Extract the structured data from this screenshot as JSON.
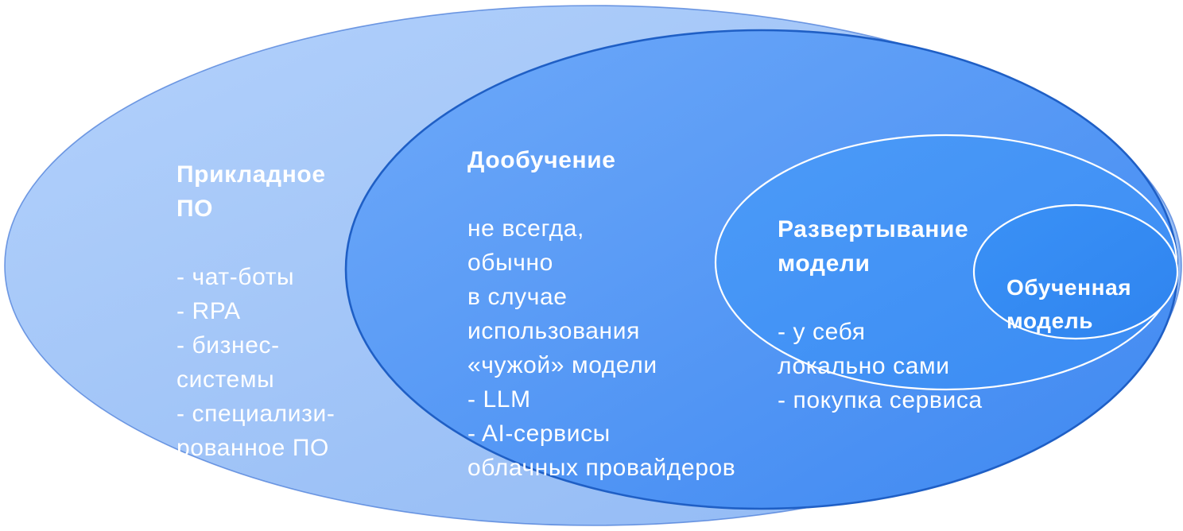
{
  "diagram": {
    "type": "nested-ellipses",
    "ellipses": [
      {
        "id": "applied-software",
        "label": "Прикладное\nПО",
        "items": "- чат-боты\n- RPA\n- бизнес-\nсистемы\n- специализи-\nрованное ПО"
      },
      {
        "id": "fine-tuning",
        "label": "Дообучение",
        "items": "не всегда,\nобычно\nв случае\nиспользования\n«чужой» модели\n- LLM\n- AI-сервисы\nоблачных провайдеров"
      },
      {
        "id": "model-deployment",
        "label": "Развертывание\nмодели",
        "items": "- у себя\nлокально сами\n- покупка сервиса"
      },
      {
        "id": "trained-model",
        "label": "Обученная\nмодель",
        "items": ""
      }
    ]
  },
  "colors": {
    "outer_fill_top": "#b3d1fb",
    "outer_fill_bottom": "#8fb8f4",
    "outer_stroke": "#4a7cd8",
    "main_fill_top": "#6ea9f9",
    "main_fill_bottom": "#3e88f1",
    "main_stroke": "#1f5fc5",
    "deploy_fill_top": "#4c9bf8",
    "deploy_fill_bottom": "#3a8bf3",
    "deploy_stroke": "#ffffff",
    "model_fill_top": "#3a91f6",
    "model_fill_bottom": "#2f84ef",
    "model_stroke": "#ffffff",
    "text": "#ffffff"
  }
}
